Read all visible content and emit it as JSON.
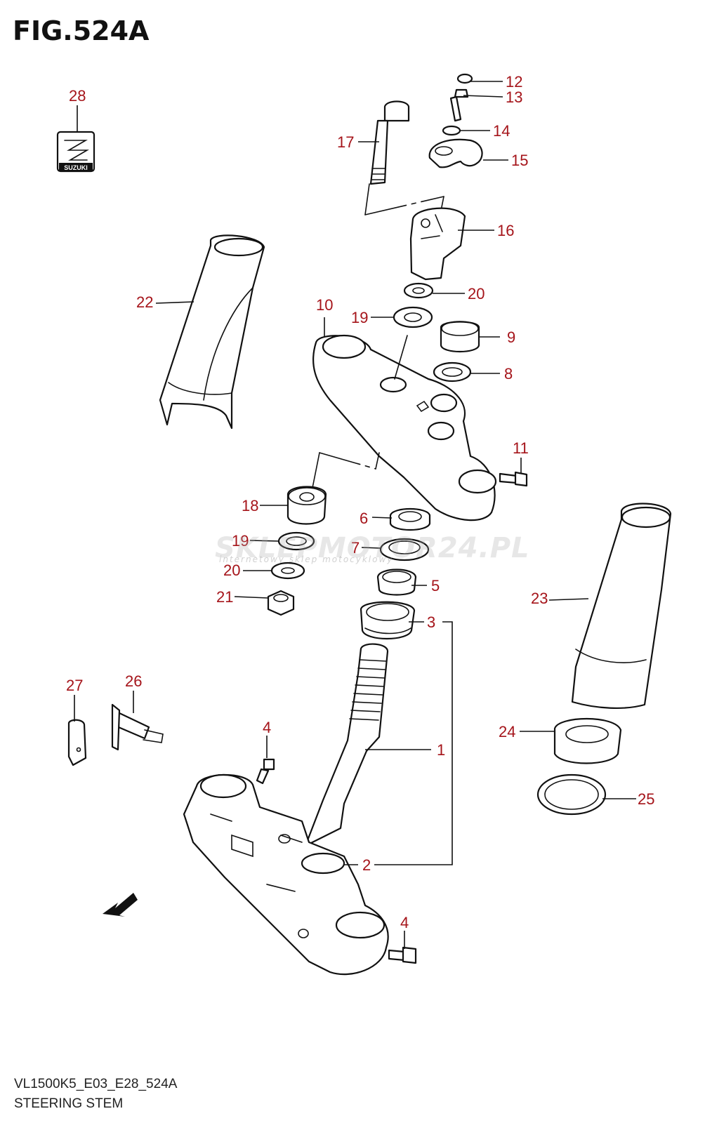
{
  "figure": {
    "title": "FIG.524A",
    "code": "VL1500K5_E03_E28_524A",
    "name": "STEERING STEM",
    "logo_text": "SUZUKI",
    "watermark_main": "SKLEPMOTOR24.PL",
    "watermark_sub": "internetowy sklep motocyklowy"
  },
  "callouts": [
    {
      "id": "c1",
      "label": "1"
    },
    {
      "id": "c2",
      "label": "2"
    },
    {
      "id": "c3",
      "label": "3"
    },
    {
      "id": "c4a",
      "label": "4"
    },
    {
      "id": "c4b",
      "label": "4"
    },
    {
      "id": "c5",
      "label": "5"
    },
    {
      "id": "c6",
      "label": "6"
    },
    {
      "id": "c7",
      "label": "7"
    },
    {
      "id": "c8",
      "label": "8"
    },
    {
      "id": "c9",
      "label": "9"
    },
    {
      "id": "c10",
      "label": "10"
    },
    {
      "id": "c11",
      "label": "11"
    },
    {
      "id": "c12",
      "label": "12"
    },
    {
      "id": "c13",
      "label": "13"
    },
    {
      "id": "c14",
      "label": "14"
    },
    {
      "id": "c15",
      "label": "15"
    },
    {
      "id": "c16",
      "label": "16"
    },
    {
      "id": "c17",
      "label": "17"
    },
    {
      "id": "c18",
      "label": "18"
    },
    {
      "id": "c19a",
      "label": "19"
    },
    {
      "id": "c19b",
      "label": "19"
    },
    {
      "id": "c20a",
      "label": "20"
    },
    {
      "id": "c20b",
      "label": "20"
    },
    {
      "id": "c21",
      "label": "21"
    },
    {
      "id": "c22",
      "label": "22"
    },
    {
      "id": "c23",
      "label": "23"
    },
    {
      "id": "c24",
      "label": "24"
    },
    {
      "id": "c25",
      "label": "25"
    },
    {
      "id": "c26",
      "label": "26"
    },
    {
      "id": "c27",
      "label": "27"
    },
    {
      "id": "c28",
      "label": "28"
    }
  ],
  "colors": {
    "callout": "#a5141a",
    "line": "#111111"
  }
}
